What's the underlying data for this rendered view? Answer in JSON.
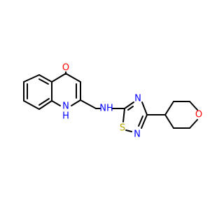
{
  "colors": {
    "background": "#ffffff",
    "carbon_bond": "#000000",
    "oxygen": "#ff0000",
    "nitrogen": "#0000ff",
    "sulfur": "#b8a200"
  },
  "atoms": {
    "hydroxyl_oxygen": "O",
    "quinoline_nitrogen": "N",
    "quinoline_nitrogen_h": "H",
    "amine": "NH",
    "thiadiazole_nitrogen_4": "N",
    "thiadiazole_nitrogen_2": "N",
    "thiadiazole_sulfur": "S",
    "pyran_oxygen": "O"
  }
}
